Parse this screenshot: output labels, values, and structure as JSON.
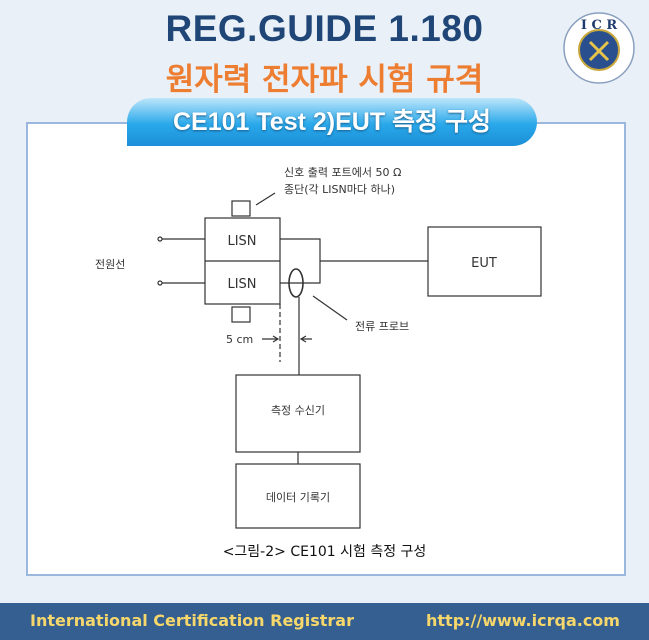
{
  "header": {
    "title": "REG.GUIDE 1.180",
    "subtitle": "원자력 전자파 시험 규격",
    "badge": "CE101 Test  2)EUT 측정 구성",
    "logo_text": "ICR"
  },
  "diagram": {
    "termination_note_line1": "신호 출력 포트에서 50 Ω",
    "termination_note_line2": "종단(각 LISN마다 하나)",
    "power_line": "전원선",
    "lisn_top": "LISN",
    "lisn_bottom": "LISN",
    "eut": "EUT",
    "current_probe": "전류 프로브",
    "distance": "5 cm",
    "receiver": "측정 수신기",
    "recorder": "데이터 기록기"
  },
  "caption": "<그림-2> CE101 시험 측정 구성",
  "footer": {
    "org": "International Certification Registrar",
    "url": "http://www.icrqa.com"
  }
}
